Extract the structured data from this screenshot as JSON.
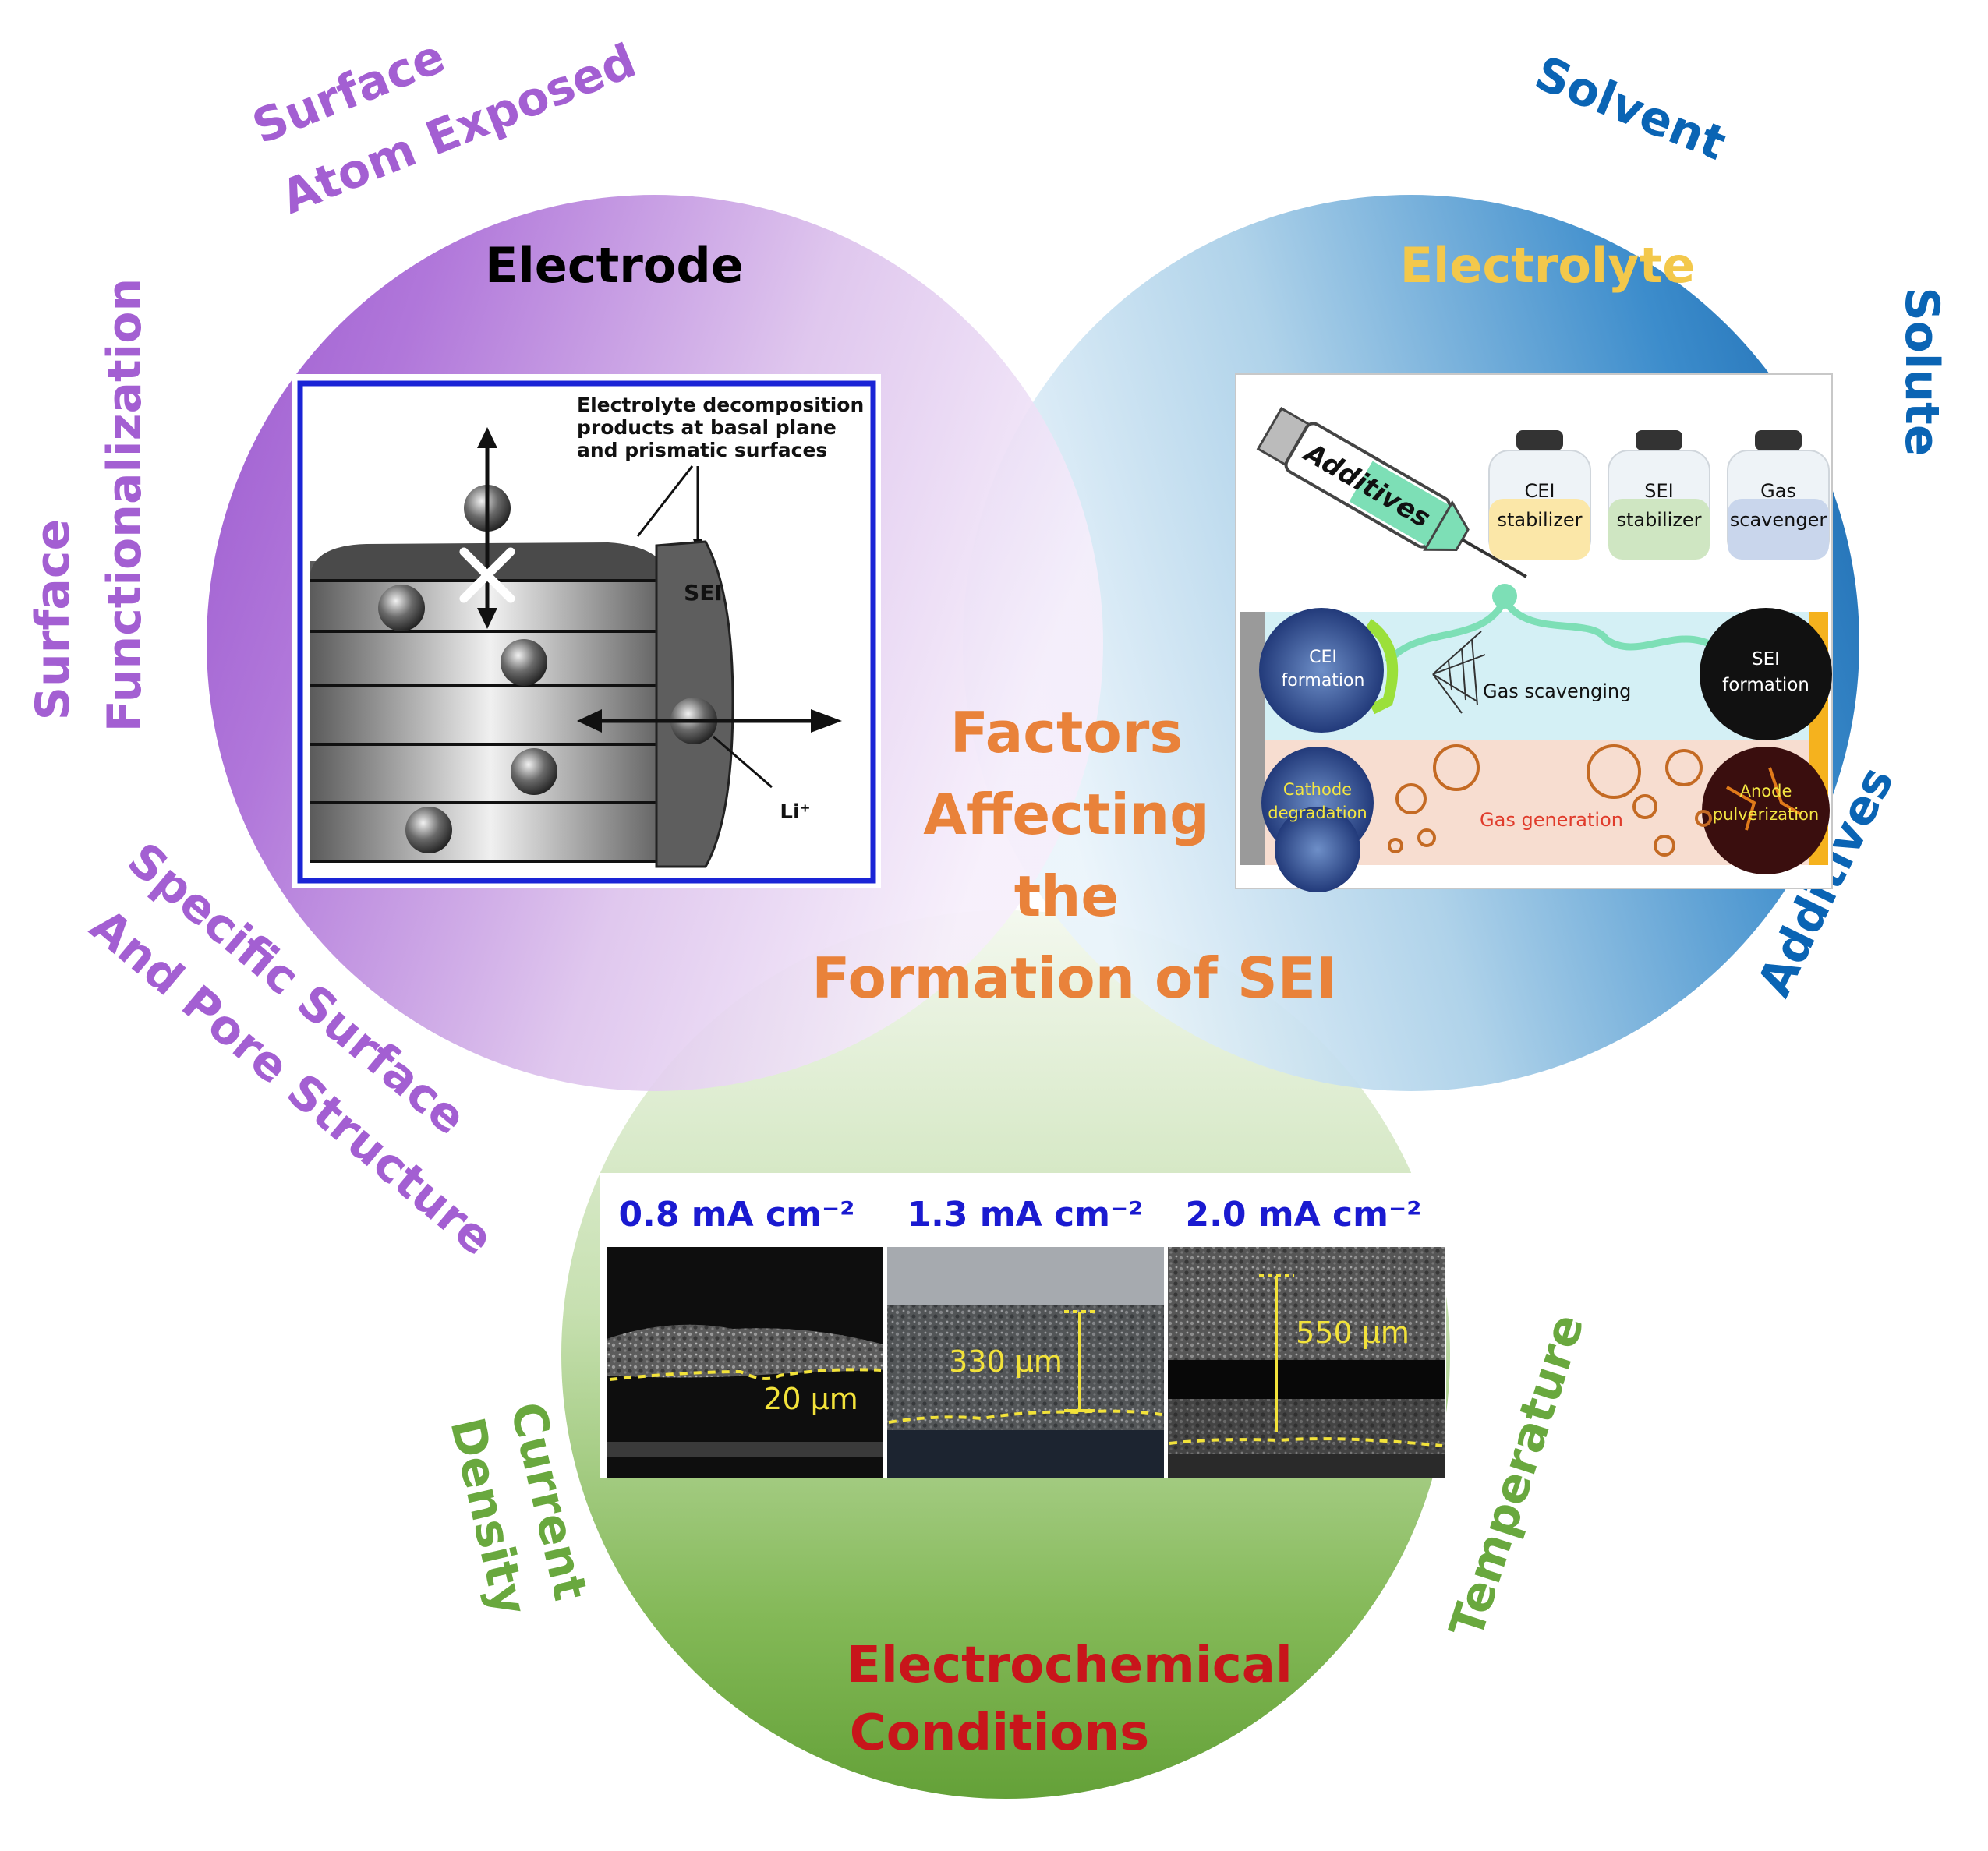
{
  "center_title": [
    "Factors",
    "Affecting",
    "the",
    "Formation of SEI"
  ],
  "electrode": {
    "title": "Electrode",
    "factors": {
      "surface_atom_exposed": [
        "Surface",
        "Atom Exposed"
      ],
      "surface_functionalization": [
        "Surface",
        "Functionalization"
      ],
      "specific_surface": [
        "Specific Surface",
        "And Pore Structure"
      ]
    },
    "figure": {
      "caption_lines": [
        "Electrolyte decomposition",
        "products at basal plane",
        "and prismatic surfaces"
      ],
      "sei_label": "SEI",
      "li_label": "Li⁺"
    }
  },
  "electrolyte": {
    "title": "Electrolyte",
    "factors": {
      "solvent": "Solvent",
      "solute": "Solute",
      "additives": "Additives"
    },
    "figure": {
      "syringe_label": "Additives",
      "bottles": [
        {
          "line1": "CEI",
          "line2": "stabilizer",
          "color": "#fbe7a8"
        },
        {
          "line1": "SEI",
          "line2": "stabilizer",
          "color": "#cfe6c2"
        },
        {
          "line1": "Gas",
          "line2": "scavenger",
          "color": "#c9d6ec"
        }
      ],
      "cei_formation": [
        "CEI",
        "formation"
      ],
      "gas_scavenging": "Gas scavenging",
      "sei_formation": [
        "SEI",
        "formation"
      ],
      "cathode_degradation": [
        "Cathode",
        "degradation"
      ],
      "gas_generation": "Gas generation",
      "anode_pulverization": [
        "Anode",
        "pulverization"
      ]
    }
  },
  "electrochemical": {
    "title": [
      "Electrochemical",
      "Conditions"
    ],
    "factors": {
      "current_density": [
        "Current",
        "Density"
      ],
      "temperature": "Temperature"
    },
    "panels": [
      {
        "header": "0.8 mA cm⁻²",
        "thickness": "20 µm"
      },
      {
        "header": "1.3 mA cm⁻²",
        "thickness": "330 µm"
      },
      {
        "header": "2.0 mA cm⁻²",
        "thickness": "550 µm"
      }
    ]
  },
  "colors": {
    "electrode_circle": "#a868d6",
    "electrolyte_circle": "#0d6ab8",
    "electrochemical_circle": "#67a83a",
    "center_title": "#e9823a",
    "electrolyte_title": "#f3c84b",
    "electrochemical_title": "#c8151b",
    "electrode_factor": "#a35fd2",
    "electrolyte_factor": "#0a64b4",
    "electrochemical_factor": "#69a83e",
    "panel_header": "#1a1ad0",
    "thickness_label": "#f2e23a"
  }
}
